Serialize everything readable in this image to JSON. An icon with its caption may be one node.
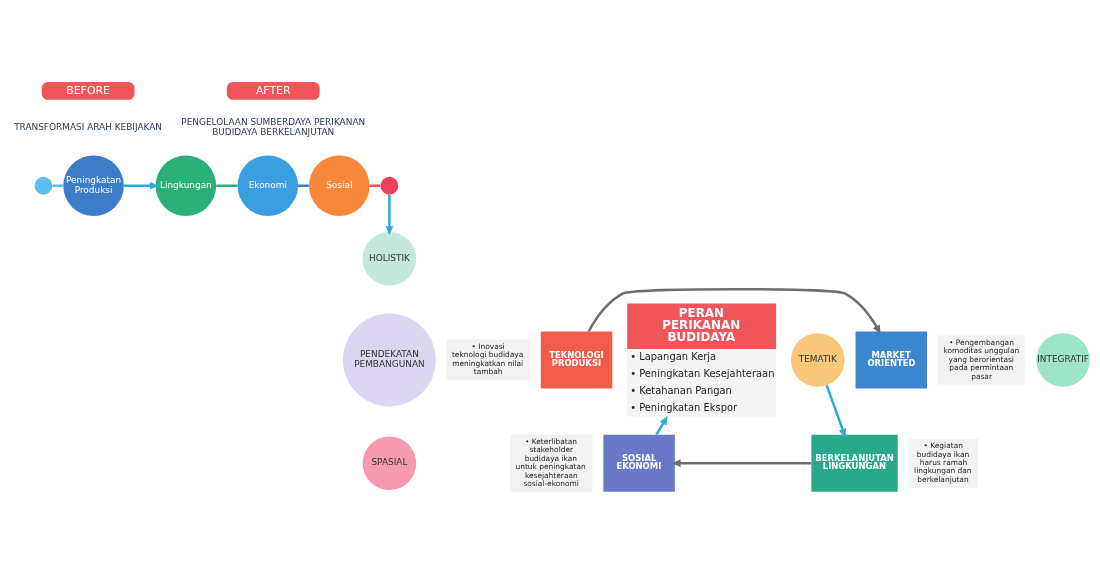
{
  "diagram": {
    "nodes": [
      {
        "text": [
          "BEFORE"
        ]
      },
      {
        "text": [
          "AFTER"
        ]
      },
      {
        "text": [],
        "shape": "circle"
      },
      {
        "text": [
          "Peningkatan Produksi"
        ]
      },
      {
        "text": [
          "Lingkungan"
        ]
      },
      {
        "text": [
          "Ekonomi"
        ]
      },
      {
        "text": [
          "Sosial"
        ]
      },
      {
        "text": [],
        "shape": "circle"
      },
      {
        "text": [
          "PENDEKATAN PEMBANGUNAN"
        ]
      },
      {
        "text": [
          "HOLISTIK"
        ]
      },
      {
        "text": [
          "TEMATIK"
        ]
      },
      {
        "text": [
          "INTEGRATIF"
        ]
      },
      {
        "text": [
          "SPASIAL"
        ]
      },
      {
        "text": [
          "TEKNOLOGI PRODUKSI"
        ],
        "beside": [
          "• Inovasi teknologi budidaya meningkatkan nilai tambah"
        ]
      },
      {
        "text": [
          "MARKET ORIENTED"
        ],
        "beside": [
          "• Pengembangan komoditas unggulan yang berorientasi pada permintaan pasar"
        ]
      },
      {
        "text": [
          "SOSIAL EKONOMI"
        ],
        "beside": [
          "• Keterlibatan stakeholder budidaya ikan untuk peningkatan kesejahteraan sosial-ekonomi"
        ]
      },
      {
        "text": [
          "BERKELANJUTAN LINGKUNGAN"
        ],
        "beside": [
          "• Kegiatan budidaya ikan harus ramah lingkungan dan berkelanjutan"
        ]
      },
      {
        "text": [
          "PERAN PERIKANAN BUDIDAYA",
          "• Lapangan Kerja",
          "• Peningkatan Kesejahteraan",
          "• Ketahanan Pangan",
          "• Peningkatan Ekspor"
        ]
      }
    ],
    "edges": [
      {
        "from": 2,
        "to": 3,
        "arrow": "none",
        "color": "#5bc0eb"
      },
      {
        "from": 3,
        "to": 4,
        "arrow": "to",
        "color": "#2ea8df"
      },
      {
        "from": 4,
        "to": 5,
        "arrow": "none",
        "color": "#2bb07a"
      },
      {
        "from": 5,
        "to": 6,
        "arrow": "none",
        "color": "#3a7fc4"
      },
      {
        "from": 6,
        "to": 7,
        "arrow": "none",
        "color": "#ef4f5a"
      },
      {
        "from": 7,
        "to": 9,
        "arrow": "to",
        "color": "#2ea8df"
      },
      {
        "from": 10,
        "to": 16,
        "arrow": "to",
        "color": "#2ea8df"
      },
      {
        "from": 13,
        "to": 14,
        "arrow": "to",
        "color": "#6d6e71"
      },
      {
        "from": 16,
        "to": 15,
        "arrow": "to",
        "color": "#6d6e71"
      },
      {
        "from": 15,
        "to": 17,
        "arrow": "to",
        "color": "#2ea8df"
      }
    ],
    "labels": [
      "TRANSFORMASI ARAH KEBIJAKAN",
      "PENGELOLAAN SUMBERDAYA PERIKANAN BUDIDAYA BERKELANJUTAN"
    ]
  }
}
